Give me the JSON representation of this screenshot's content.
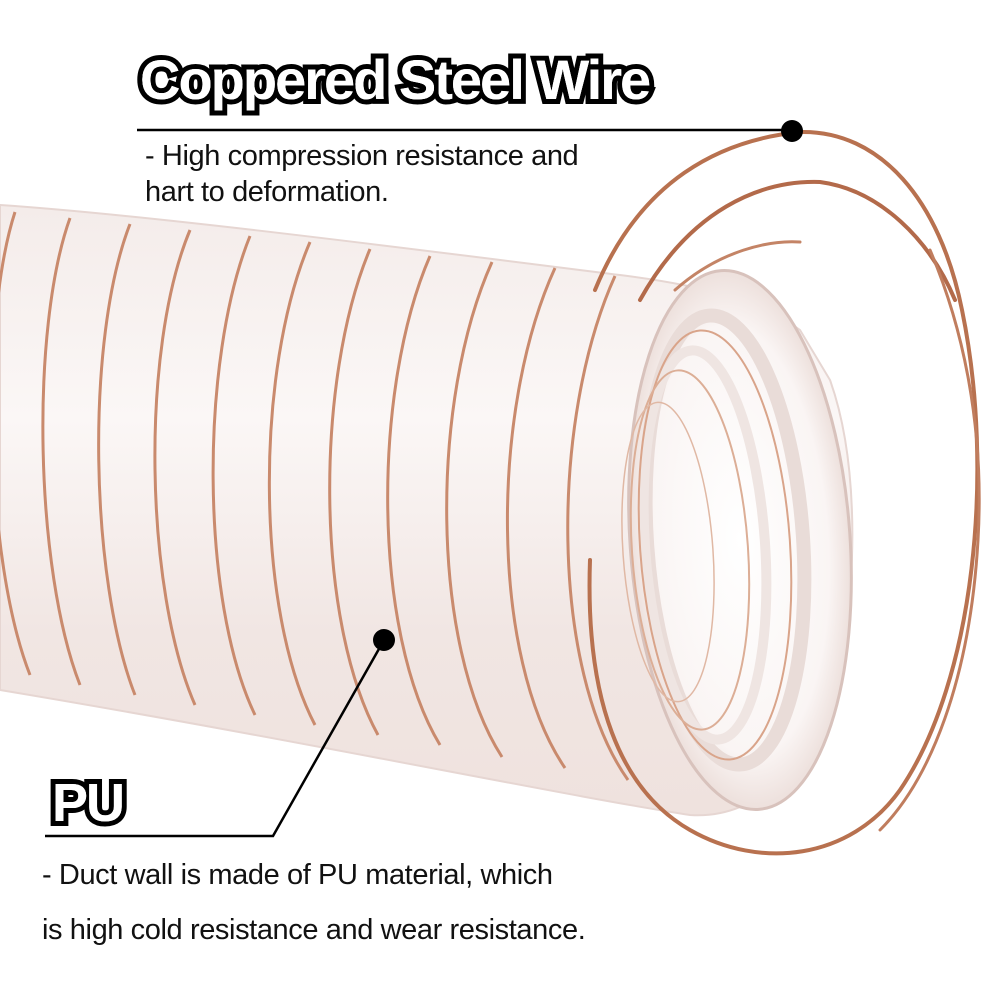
{
  "callouts": {
    "wire": {
      "title": "Coppered Steel Wire",
      "description_lines": [
        "- High compression resistance and",
        "hart to deformation."
      ]
    },
    "pu": {
      "title": "PU",
      "description_lines": [
        "- Duct wall is made of PU material, which",
        "is high cold resistance and wear resistance."
      ]
    }
  },
  "product": {
    "subject": "transparent PU flexible duct hose with coppered steel wire helix",
    "icons": [
      "callout-dot-icon"
    ]
  },
  "colors": {
    "background": "#ffffff",
    "wire_copper": "#b8714f",
    "wire_copper_light": "#d9a48a",
    "hose_body": "#f6eeec",
    "hose_shadow": "#e8d9d5",
    "text": "#111111",
    "callout_line": "#000000"
  }
}
